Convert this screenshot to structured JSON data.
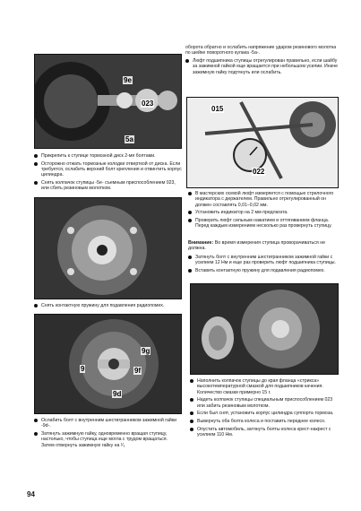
{
  "page_number": "94",
  "left": {
    "photo1_labels": [
      "9e",
      "023",
      "5a"
    ],
    "bullets1": [
      "Прикрепить к ступице тормозной диск 2-мя болтами.",
      "Осторожно отжать тормозные колодки отверткой от диска. Если требуется, ослабить верхний болт крепления и отвинтить корпус цилиндра.",
      "Снять колпачок ступицы -5е- съемным приспособлением 023, или сбить резиновым молотком."
    ],
    "caption2": "Снять контактную пружину для подавления радиопомех.",
    "photo3_labels": [
      "9g",
      "9",
      "9d",
      "9f"
    ],
    "bullets3": [
      "Ослабить болт с внутренним шестигранником зажимной гайки -9d-.",
      "Затянуть зажимную гайку, одновременно вращая ступицу, настолько, чтобы ступица еще могла с трудом вращаться. Затем отвернуть зажимную гайку на ¹⁄₃"
    ]
  },
  "right": {
    "intro_bullets": [
      "оборота обратно и ослабить напряжение ударом резинового молотка по шейке поворотного кулака -5а-.",
      "Люфт подшипника ступицы отрегулирован правильно, если шайбу за зажимной гайкой еще вращается при небольшом усилии. Иначе зажимную гайку подтянуть или ослабить."
    ],
    "photo2_labels": [
      "015",
      "022"
    ],
    "bullets2": [
      "В мастерских осевой люфт измеряется с помощью стрелочного индикатора с держателем. Правильно отрегулированный он должен составлять 0,01–0,02 мм.",
      "Установить индикатор на 2 мм предлагата.",
      "Проверить люфт сильным нажатием и оттягиванием фланца. Перед каждым измерением несколько раз провернуть ступицу."
    ],
    "note_prefix": "Внимание:",
    "note_text": "Во время измерения ступица проворачиваться не должна.",
    "bullets2b": [
      "Затянуть болт с внутренним шестигранником зажимной гайки с усилием 12 Нм и еще раз проверить люфт подшипника ступицы.",
      "Вставить контактную пружину для подавления радиопомех."
    ],
    "bullets4": [
      "Наполнить колпачок ступицы до края фланца «стрикса» высокотемпературной смазкой для подшипников качения. Количество смазки примерно 15 г.",
      "Надеть колпачок ступицы специальным приспособлением 023 или забить резиновым молотком.",
      "Если был снят, установить корпус цилиндра суппорта тормоза.",
      "Вывернуть оба болта колеса и поставить переднее колесо.",
      "Опустить автомобиль, затянуть болты колеса крест-накрест с усилием 110 Нм."
    ]
  }
}
